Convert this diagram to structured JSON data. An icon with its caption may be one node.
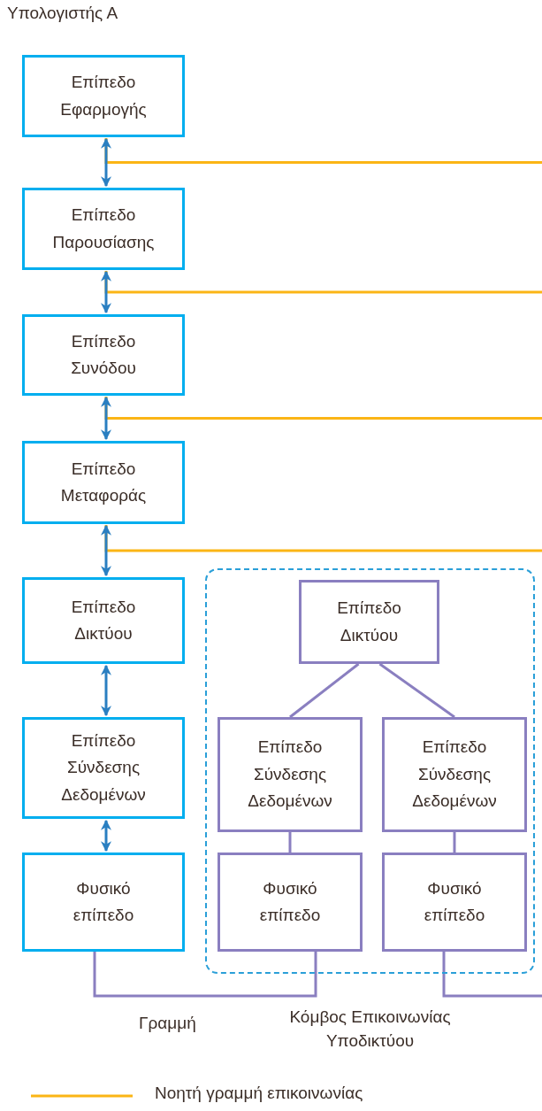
{
  "diagram": {
    "title": "Υπολογιστής Α",
    "nodes": [
      {
        "text": [
          "Επίπεδο Εφαρμογής"
        ]
      },
      {
        "text": [
          "Επίπεδο Παρουσίασης"
        ]
      },
      {
        "text": [
          "Επίπεδο Συνόδου"
        ]
      },
      {
        "text": [
          "Επίπεδο Μεταφοράς"
        ]
      },
      {
        "text": [
          "Επίπεδο Δικτύου"
        ]
      },
      {
        "text": [
          "Επίπεδο Σύνδεσης Δεδομένων"
        ]
      },
      {
        "text": [
          "Φυσικό επίπεδο"
        ]
      },
      {
        "text": [
          "Κόμβος Επικοινωνίας Υποδικτύου"
        ]
      },
      {
        "text": [
          "Επίπεδο Δικτύου"
        ],
        "in": 7
      },
      {
        "text": [
          "Επίπεδο Σύνδεσης Δεδομένων"
        ],
        "in": 7
      },
      {
        "text": [
          "Επίπεδο Σύνδεσης Δεδομένων"
        ],
        "in": 7
      },
      {
        "text": [
          "Φυσικό επίπεδο"
        ],
        "in": 7
      },
      {
        "text": [
          "Φυσικό επίπεδο"
        ],
        "in": 7
      }
    ],
    "edges": [
      {
        "from": 0,
        "to": 1,
        "arrow": "both"
      },
      {
        "from": 1,
        "to": 2,
        "arrow": "both"
      },
      {
        "from": 2,
        "to": 3,
        "arrow": "both"
      },
      {
        "from": 3,
        "to": 4,
        "arrow": "both"
      },
      {
        "from": 4,
        "to": 5,
        "arrow": "both"
      },
      {
        "from": 5,
        "to": 6,
        "arrow": "both"
      },
      {
        "from": 0,
        "to": null,
        "arrow": "none",
        "color": "#fbb515"
      },
      {
        "from": 1,
        "to": null,
        "arrow": "none",
        "color": "#fbb515"
      },
      {
        "from": 2,
        "to": null,
        "arrow": "none",
        "color": "#fbb515"
      },
      {
        "from": 3,
        "to": null,
        "arrow": "none",
        "color": "#fbb515"
      },
      {
        "from": 8,
        "to": 9,
        "arrow": "none",
        "color": "#8a7fc0"
      },
      {
        "from": 8,
        "to": 10,
        "arrow": "none",
        "color": "#8a7fc0"
      },
      {
        "from": 9,
        "to": 11,
        "arrow": "none",
        "color": "#8a7fc0"
      },
      {
        "from": 10,
        "to": 12,
        "arrow": "none",
        "color": "#8a7fc0"
      },
      {
        "from": 6,
        "to": 11,
        "arrow": "none",
        "color": "#8a7fc0",
        "label": "Γραμμή"
      },
      {
        "from": 12,
        "to": null,
        "arrow": "none",
        "color": "#8a7fc0"
      }
    ],
    "legend": [
      {
        "text": "Νοητή γραμμή επικοινωνίας"
      }
    ]
  }
}
